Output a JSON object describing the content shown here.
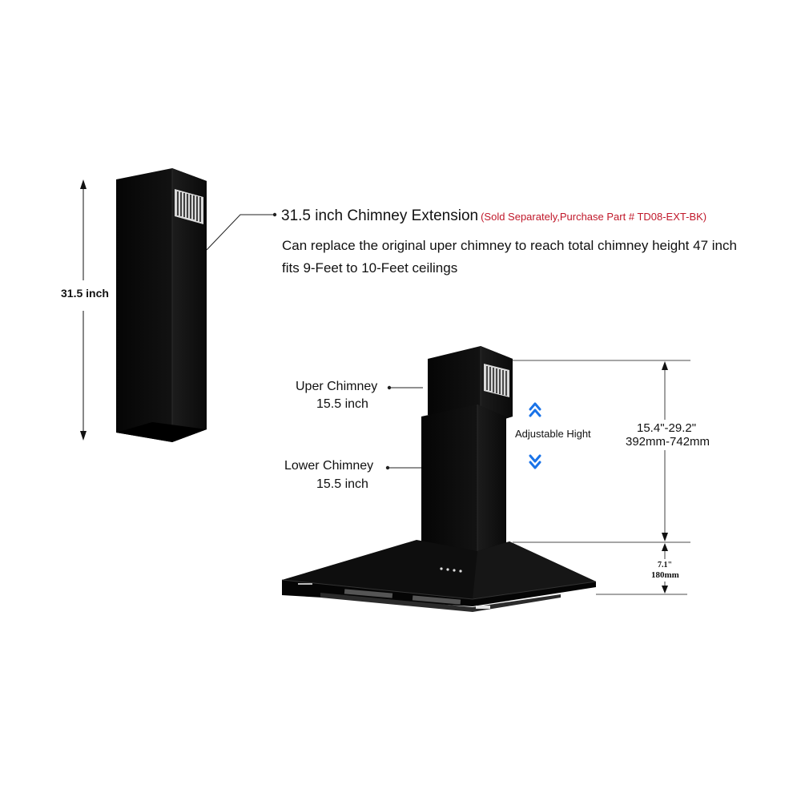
{
  "extension": {
    "title": "31.5 inch Chimney Extension",
    "note": "(Sold Separately,Purchase Part # TD08-EXT-BK)",
    "description_line1": "Can replace the original uper chimney to reach total chimney height 47 inch",
    "description_line2": "fits 9-Feet to 10-Feet ceilings",
    "height_label": "31.5 inch"
  },
  "hood": {
    "upper_chimney": {
      "name": "Uper Chimney",
      "size": "15.5 inch"
    },
    "lower_chimney": {
      "name": "Lower Chimney",
      "size": "15.5 inch"
    },
    "adjustable_label": "Adjustable Hight",
    "range_inch": "15.4\"-29.2\"",
    "range_mm": "392mm-742mm",
    "base_inch": "7.1\"",
    "base_mm": "180mm"
  },
  "colors": {
    "product": "#0b0b0b",
    "note_red": "#c0182a",
    "arrow_blue": "#1a73e8"
  },
  "icons": [
    "double-chevron-up-icon",
    "double-chevron-down-icon"
  ]
}
